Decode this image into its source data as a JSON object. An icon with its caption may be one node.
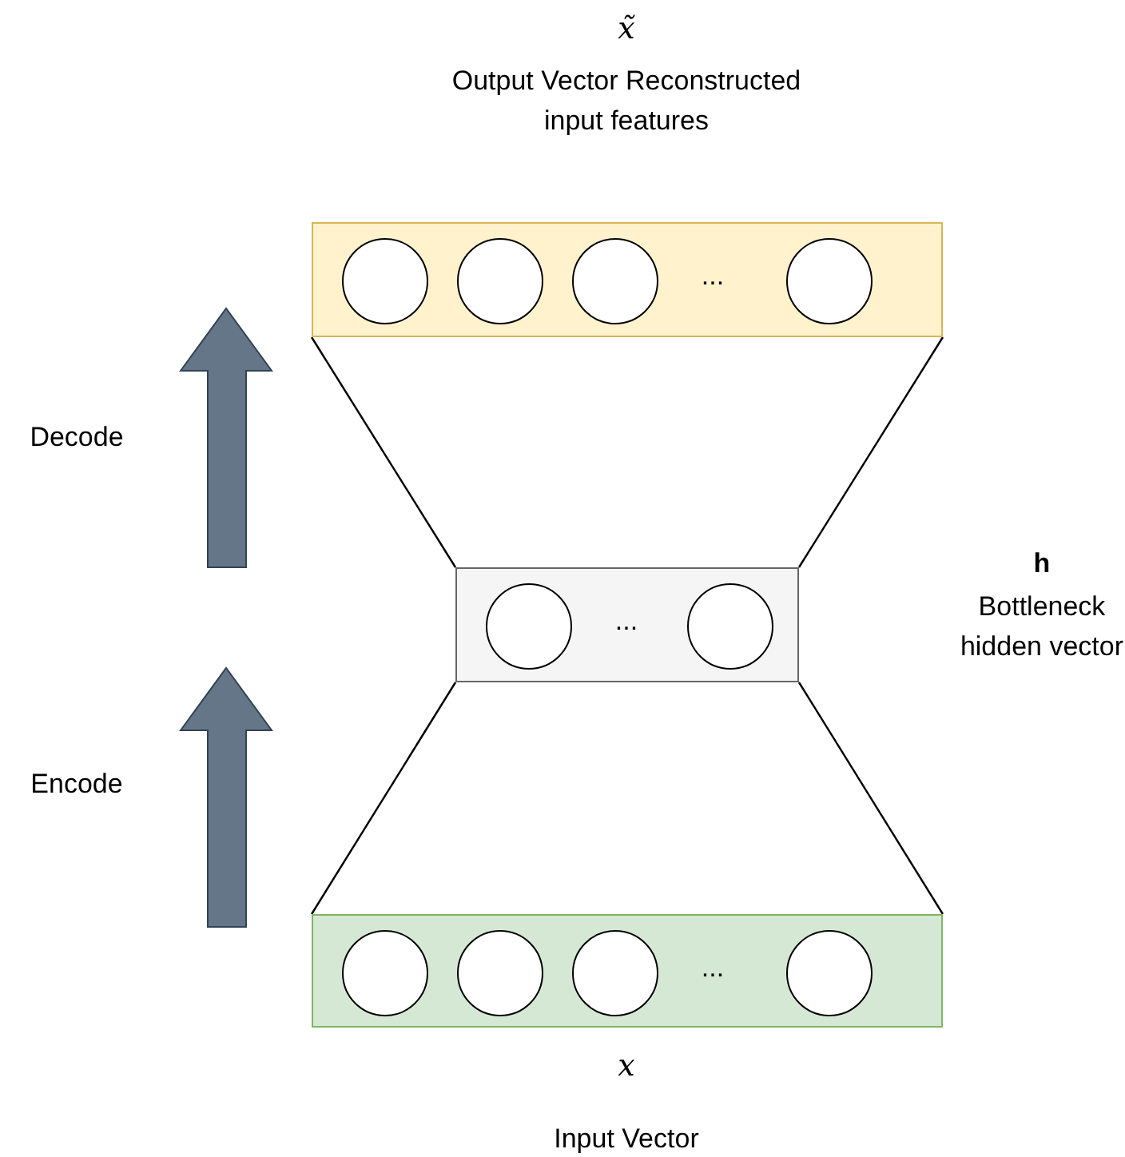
{
  "diagram": {
    "nodes": [
      {
        "text": [
          "..."
        ],
        "beside": [
          "x̃",
          "Output Vector Reconstructed input features"
        ]
      },
      {
        "text": [],
        "shape": "circle",
        "in": 0
      },
      {
        "text": [],
        "shape": "circle",
        "in": 0
      },
      {
        "text": [],
        "shape": "circle",
        "in": 0
      },
      {
        "text": [],
        "shape": "circle",
        "in": 0
      },
      {
        "text": [
          "..."
        ],
        "beside": [
          "h",
          "Bottleneck hidden vector"
        ]
      },
      {
        "text": [],
        "shape": "circle",
        "in": 5
      },
      {
        "text": [],
        "shape": "circle",
        "in": 5
      },
      {
        "text": [
          "..."
        ],
        "beside": [
          "x",
          "Input Vector"
        ]
      },
      {
        "text": [],
        "shape": "circle",
        "in": 8
      },
      {
        "text": [],
        "shape": "circle",
        "in": 8
      },
      {
        "text": [],
        "shape": "circle",
        "in": 8
      },
      {
        "text": [],
        "shape": "circle",
        "in": 8
      }
    ],
    "edges": [
      {
        "from": 0,
        "to": 5,
        "arrow": "none"
      },
      {
        "from": 0,
        "to": 5,
        "arrow": "none"
      },
      {
        "from": 5,
        "to": 8,
        "arrow": "none"
      },
      {
        "from": 5,
        "to": 8,
        "arrow": "none"
      }
    ],
    "labels": [
      "Decode",
      "Encode"
    ]
  }
}
